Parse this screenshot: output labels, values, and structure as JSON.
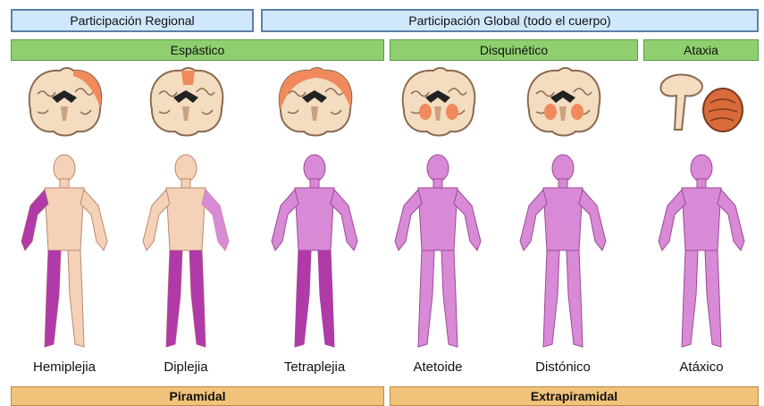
{
  "headers": {
    "regional": "Participación Regional",
    "global": "Participación Global (todo el cuerpo)"
  },
  "categories": {
    "spastic": "Espástico",
    "dyskinetic": "Disquinético",
    "ataxia": "Ataxia"
  },
  "types": [
    {
      "label": "Hemiplejia"
    },
    {
      "label": "Diplejia"
    },
    {
      "label": "Tetraplejia"
    },
    {
      "label": "Atetoide"
    },
    {
      "label": "Distónico"
    },
    {
      "label": "Atáxico"
    }
  ],
  "footers": {
    "pyramidal": "Piramidal",
    "extrapyramidal": "Extrapiramidal"
  },
  "colors": {
    "header_blue": "#cfe8fb",
    "category_green": "#8fcf6f",
    "footer_tan": "#f0c27a",
    "affected_purple": "#b03aa8",
    "affected_pink": "#d98ad6",
    "skin": "#f5d1b8",
    "brain": "#f3dcc0",
    "brain_highlight": "#f08a5d"
  }
}
